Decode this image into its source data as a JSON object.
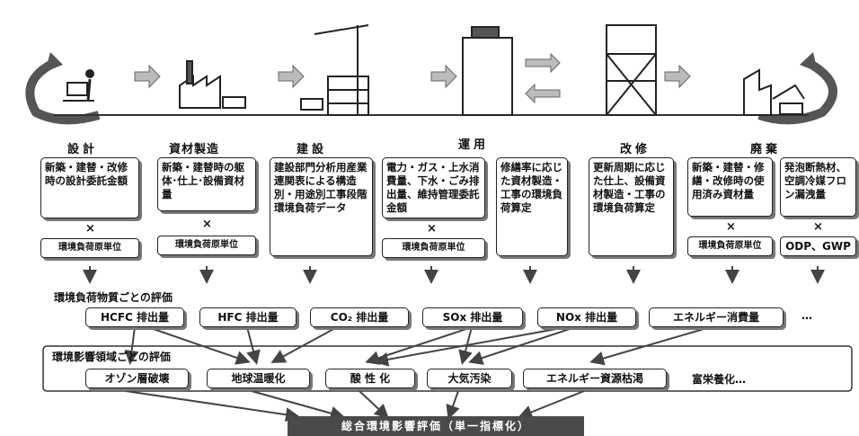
{
  "stages": [
    "設計",
    "資材製造",
    "建設",
    "運用",
    "改修",
    "廃棄"
  ],
  "inputs": [
    "新築・建替・改修時の設計委託金額",
    "新築・建替時の躯体･仕上･設備資材量",
    "建設部門分析用産業連関表による構造別・用途別工事段階環境負荷データ",
    "電力・ガス・上水消費量、下水・ごみ排出量、維持管理委託金額",
    "修繕率に応じた資材製造・工事の環境負荷算定",
    "更新周期に応じた仕上、設備資材製造・工事の環境負荷算定",
    "新築・建替・修繕・改修時の使用済み資材量",
    "発泡断熱材、空調冷媒フロン漏洩量"
  ],
  "times": "×",
  "unit_label": "環境負荷原単位",
  "odp_label": "ODP、GWP",
  "substance_header": "環境負荷物質ごとの評価",
  "substances": [
    "HCFC 排出量",
    "HFC 排出量",
    "CO₂ 排出量",
    "SOx 排出量",
    "NOx 排出量",
    "エネルギー消費量"
  ],
  "ellipsis": "…",
  "category_header": "環境影響領域ごとの評価",
  "categories": [
    "オゾン層破壊",
    "地球温暖化",
    "酸 性 化",
    "大気汚染",
    "エネルギー資源枯渇"
  ],
  "eutro": "富栄養化…",
  "final": "総合環境影響評価（単一指標化）"
}
